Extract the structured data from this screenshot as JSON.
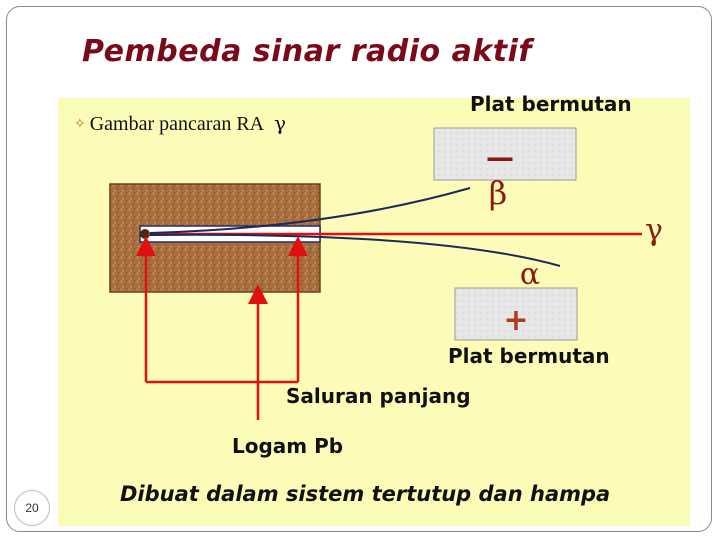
{
  "title": "Pembeda sinar radio aktif",
  "bullet": {
    "text": "Gambar pancaran RA",
    "symbol": "γ"
  },
  "labels": {
    "plate_top": "Plat bermutan",
    "plate_bottom": "Plat bermutan",
    "channel": "Saluran panjang",
    "metal": "Logam Pb",
    "caption": "Dibuat dalam sistem tertutup dan hampa"
  },
  "symbols": {
    "beta": "β",
    "alpha": "α",
    "gamma": "γ",
    "minus": "—",
    "plus": "+"
  },
  "page_number": "20",
  "colors": {
    "title": "#7a0a1a",
    "panel": "#fdfbb8",
    "arrow": "#e01010",
    "ray": "#1a2a5a",
    "greek": "#8b1a10",
    "lead": "#a86e3e",
    "plate": "#e6e6e6"
  }
}
